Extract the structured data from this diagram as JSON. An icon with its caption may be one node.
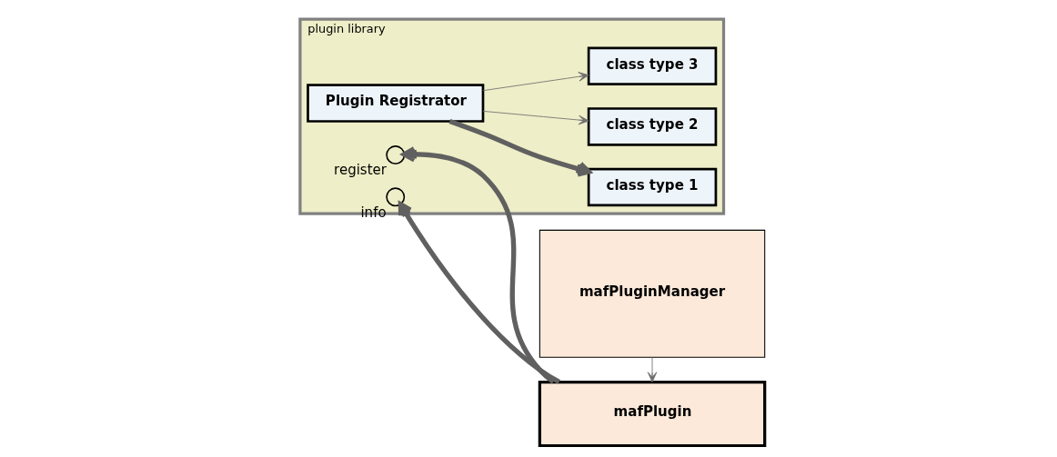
{
  "diagram": {
    "nodes": [
      {
        "text": [
          "plugin library"
        ]
      },
      {
        "text": [
          "Plugin Registrator"
        ],
        "in": 0
      },
      {
        "text": [],
        "shape": "circle",
        "beside": [
          "register"
        ],
        "in": 0
      },
      {
        "text": [],
        "shape": "circle",
        "beside": [
          "info"
        ],
        "in": 0
      },
      {
        "text": [
          "class type 1"
        ],
        "in": 0
      },
      {
        "text": [
          "class type 2"
        ],
        "in": 0
      },
      {
        "text": [
          "class type 3"
        ],
        "in": 0
      },
      {
        "text": [
          "mafPluginManager"
        ]
      },
      {
        "text": [
          "mafPlugin"
        ]
      }
    ],
    "edges": [
      {
        "from": 1,
        "to": 4,
        "arrow": "to",
        "style": "thick"
      },
      {
        "from": 1,
        "to": 5,
        "arrow": "to"
      },
      {
        "from": 1,
        "to": 6,
        "arrow": "to"
      },
      {
        "from": 8,
        "to": 2,
        "arrow": "to",
        "style": "thick"
      },
      {
        "from": 8,
        "to": 3,
        "arrow": "to",
        "style": "thick"
      },
      {
        "from": 7,
        "to": 8,
        "arrow": "to"
      }
    ]
  }
}
